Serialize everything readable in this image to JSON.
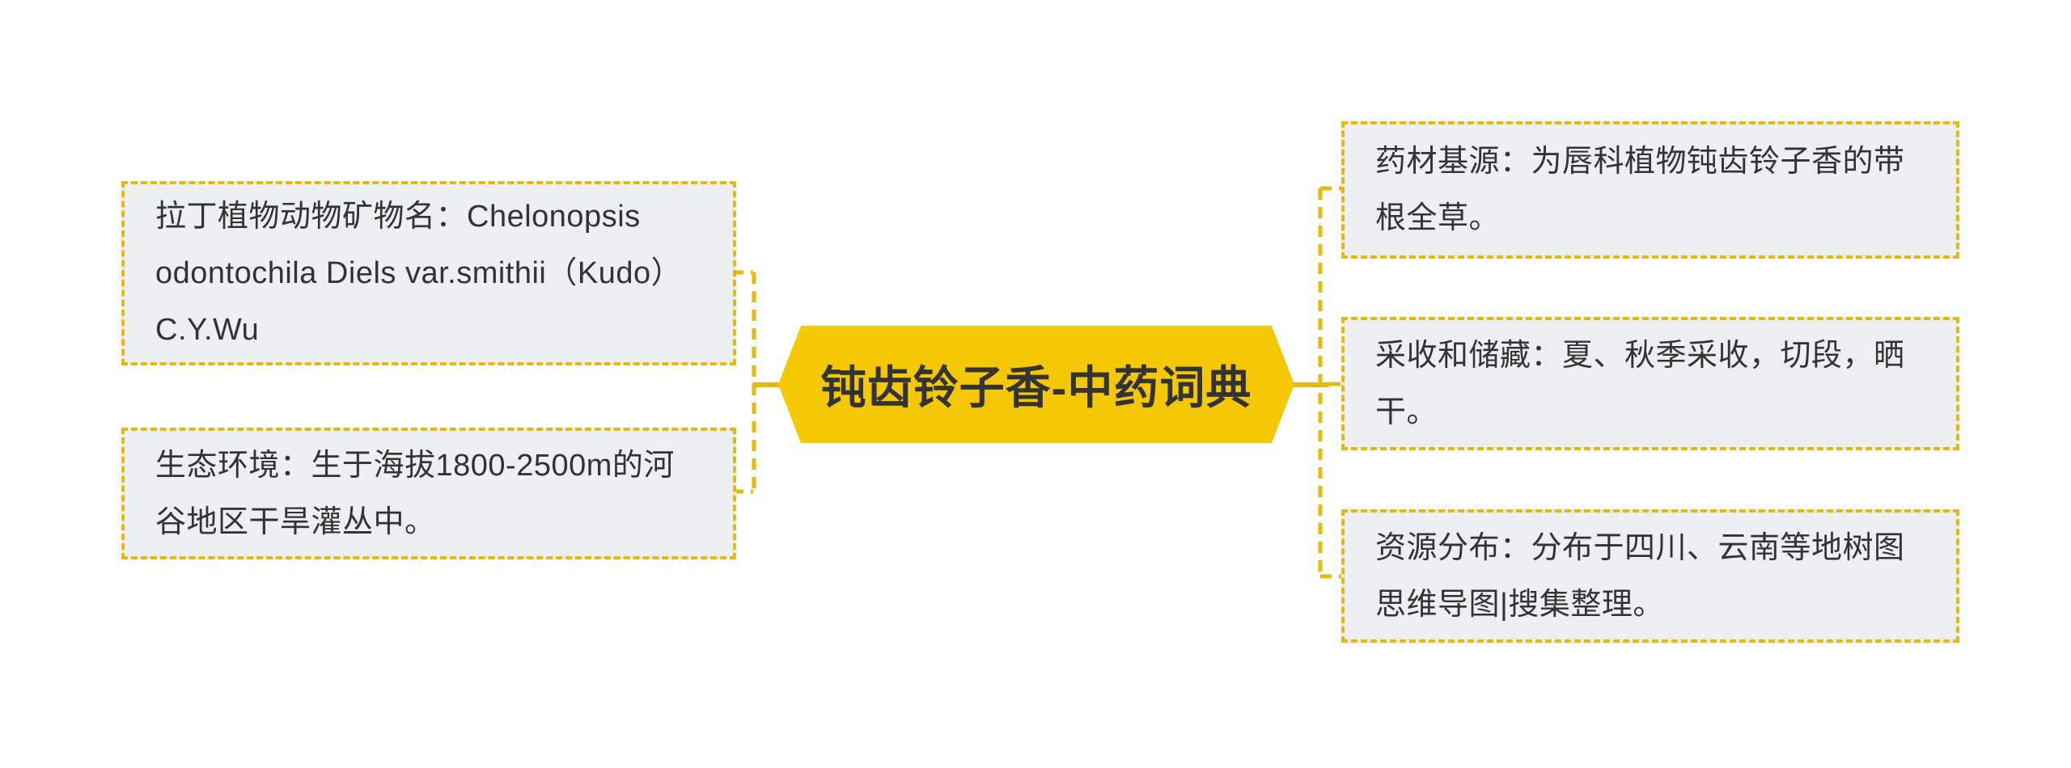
{
  "mindmap": {
    "root": {
      "label": "钝齿铃子香-中药词典"
    },
    "left_branches": [
      {
        "id": "latin-name",
        "text": "拉丁植物动物矿物名：Chelonopsis odontochila Diels var.smithii（Kudo）C.Y.Wu"
      },
      {
        "id": "ecology",
        "text": "生态环境：生于海拔1800-2500m的河谷地区干旱灌丛中。"
      }
    ],
    "right_branches": [
      {
        "id": "source",
        "text": "药材基源：为唇科植物钝齿铃子香的带根全草。"
      },
      {
        "id": "harvest-storage",
        "text": "采收和储藏：夏、秋季采收，切段，晒干。"
      },
      {
        "id": "distribution",
        "text": "资源分布：分布于四川、云南等地树图思维导图|搜集整理。"
      }
    ],
    "colors": {
      "root_fill": "#F5C806",
      "connector": "#E7B80F",
      "branch_fill": "#EDF0F2",
      "branch_border": "#E7B80F",
      "text": "#333333",
      "background": "#FFFFFF"
    }
  }
}
